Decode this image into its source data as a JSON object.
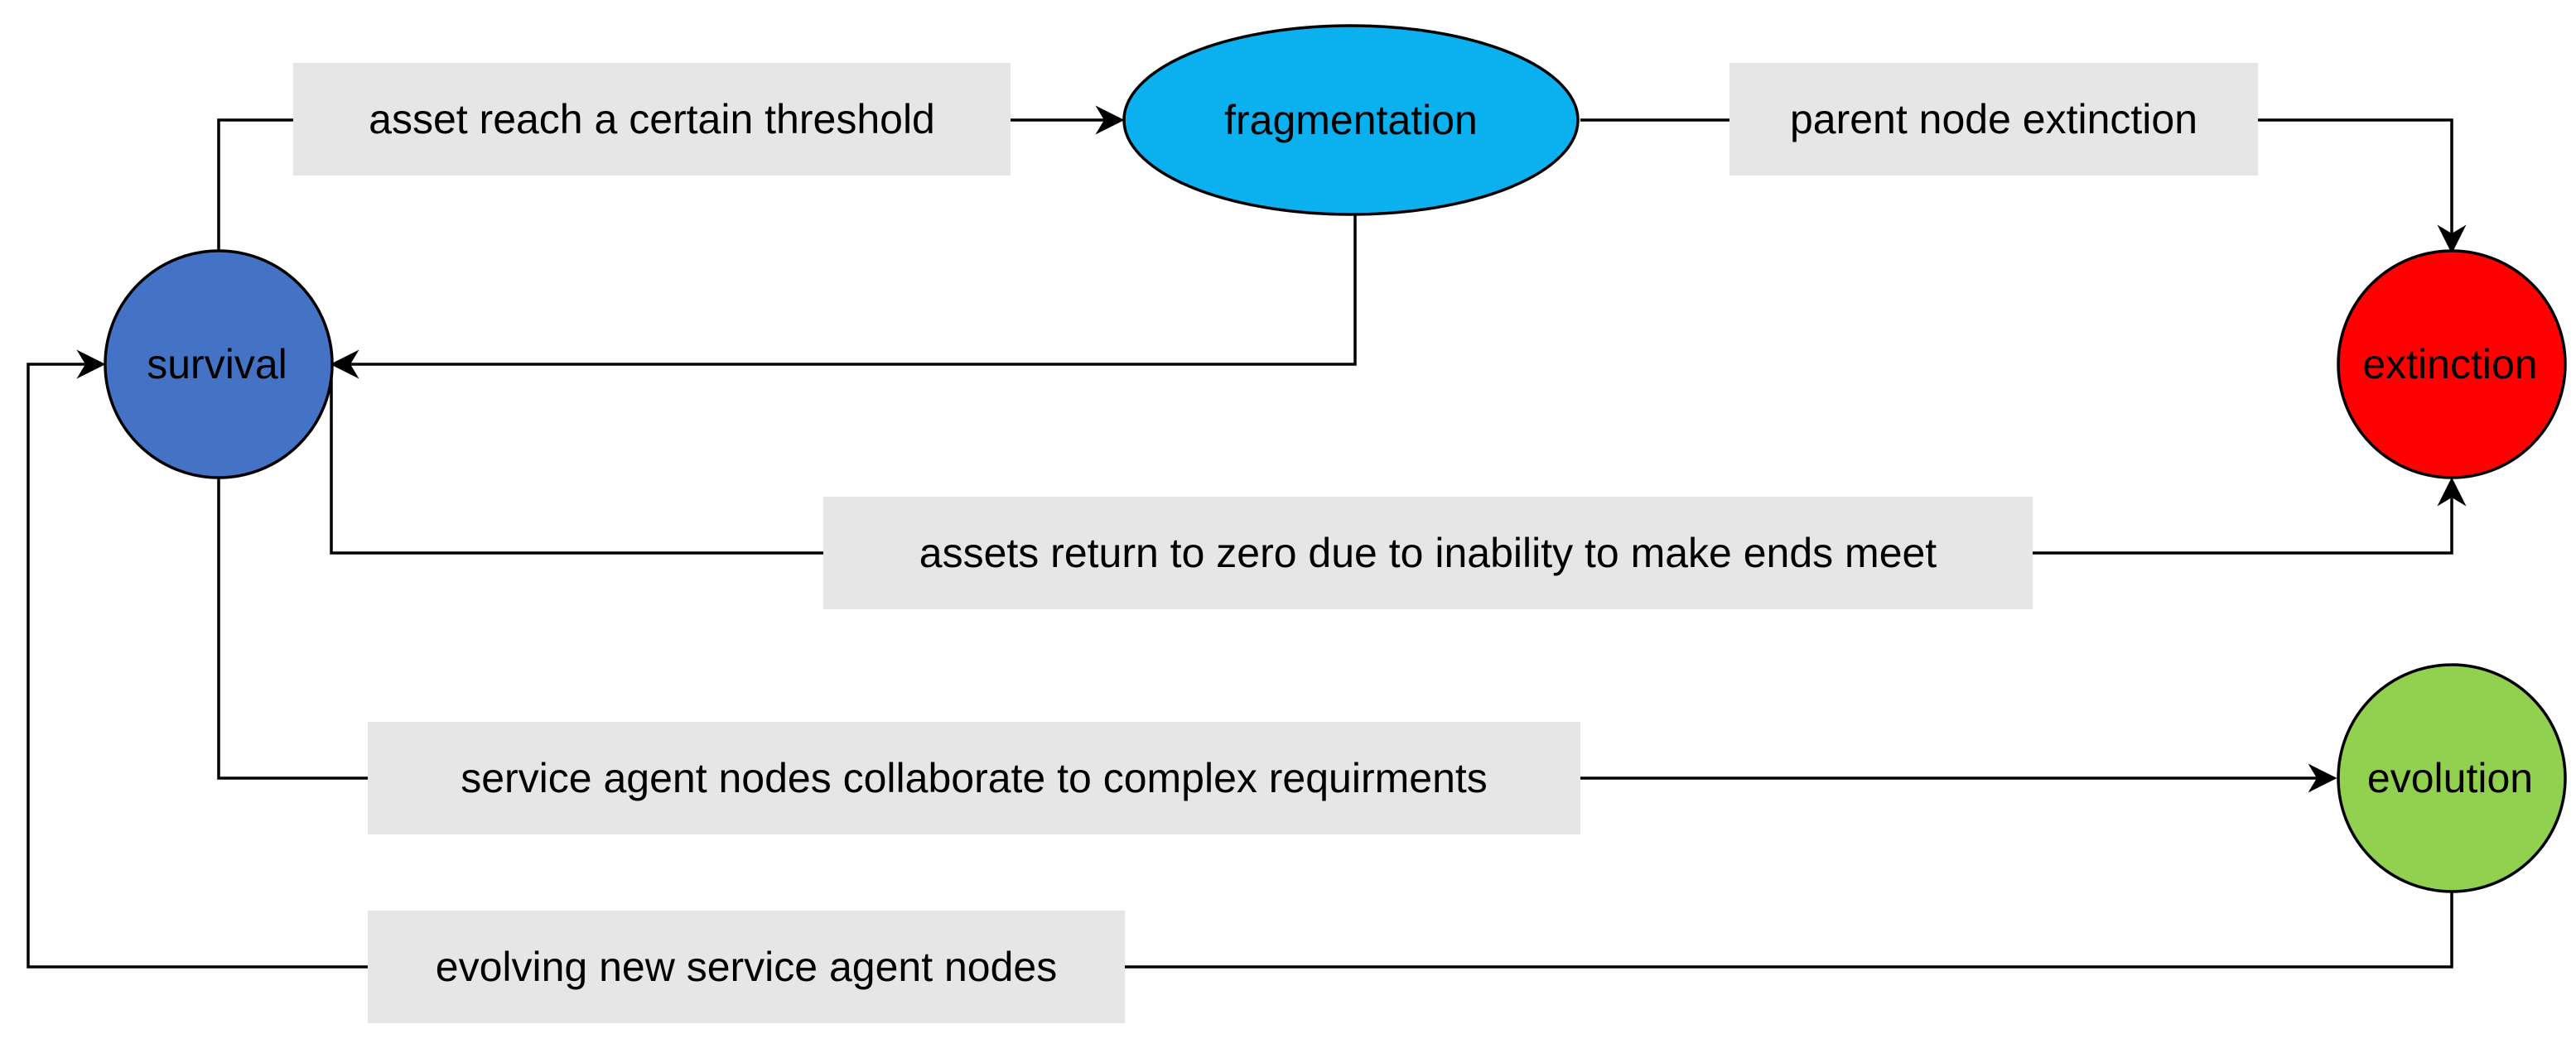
{
  "nodes": {
    "survival": {
      "label": "survival",
      "color": "#4472c4"
    },
    "fragmentation": {
      "label": "fragmentation",
      "color": "#0bb0ef"
    },
    "extinction": {
      "label": "extinction",
      "color": "#ff0000"
    },
    "evolution": {
      "label": "evolution",
      "color": "#92d050"
    }
  },
  "edges": {
    "survival_to_fragmentation": {
      "label": "asset reach a certain threshold"
    },
    "fragmentation_to_extinction": {
      "label": "parent node extinction"
    },
    "fragmentation_to_survival": {
      "label": ""
    },
    "survival_to_extinction": {
      "label": "assets return to zero due to inability to make ends meet"
    },
    "survival_to_evolution": {
      "label": "service agent nodes collaborate to complex requirments"
    },
    "evolution_to_survival": {
      "label": "evolving new service agent nodes"
    }
  },
  "colors": {
    "line": "#000000",
    "label_box": "#e6e6e6"
  }
}
